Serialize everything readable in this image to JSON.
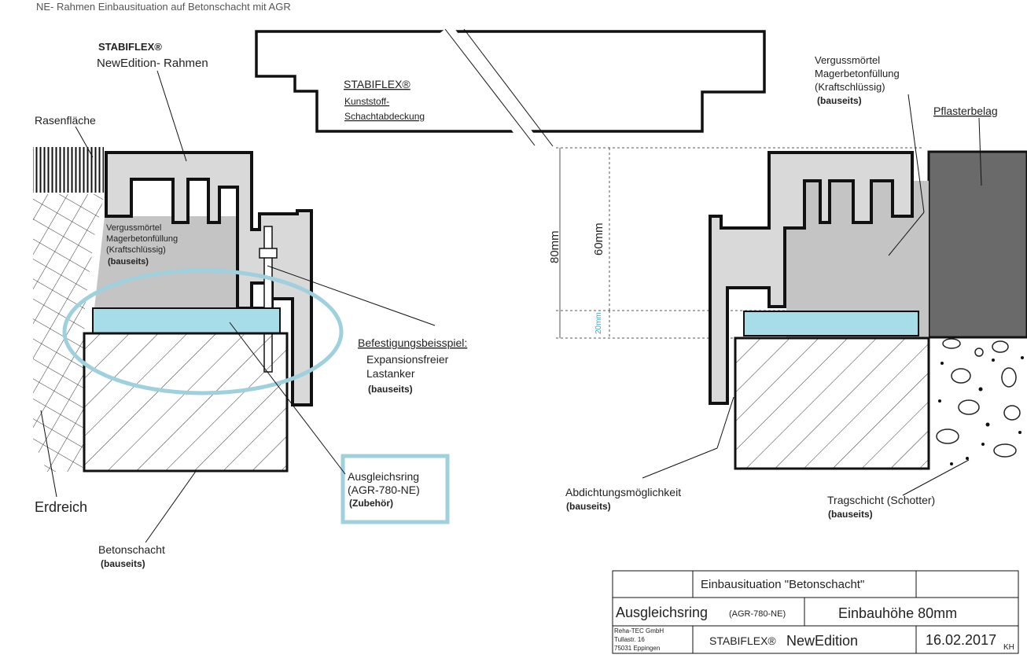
{
  "page_title": "NE- Rahmen Einbausituation auf Betonschacht mit AGR",
  "colors": {
    "ring_fill": "#a6dde8",
    "frame_fill": "#d9d9d9",
    "mortar_fill": "#c4c4c4",
    "paving_fill": "#6a6a6a",
    "highlight_stroke": "#9fd0dd",
    "line": "#111111"
  },
  "left": {
    "product": "STABIFLEX®",
    "product_sub": "NewEdition- Rahmen",
    "lawn": "Rasenfläche",
    "mortar_l1": "Vergussmörtel",
    "mortar_l2": "Magerbetonfüllung",
    "mortar_l3": "(Kraftschlüssig)",
    "mortar_l4": "(bauseits)",
    "fastening_title": "Befestigungsbeisspiel:",
    "fastening_l1": "Expansionsfreier",
    "fastening_l2": "Lastanker",
    "fastening_l3": "(bauseits)",
    "ring_l1": "Ausgleichsring",
    "ring_l2": "(AGR-780-NE)",
    "ring_l3": "(Zubehör)",
    "soil": "Erdreich",
    "shaft_l1": "Betonschacht",
    "shaft_l2": "(bauseits)"
  },
  "cover": {
    "title": "STABIFLEX®",
    "sub1": "Kunststoff-",
    "sub2": "Schachtabdeckung"
  },
  "right": {
    "mortar_l1": "Vergussmörtel",
    "mortar_l2": "Magerbetonfüllung",
    "mortar_l3": "(Kraftschlüssig)",
    "mortar_l4": "(bauseits)",
    "paving": "Pflasterbelag",
    "dim_total": "80mm",
    "dim_frame": "60mm",
    "dim_ring": "20mm",
    "seal_l1": "Abdichtungsmöglichkeit",
    "seal_l2": "(bauseits)",
    "base_l1": "Tragschicht (Schotter)",
    "base_l2": "(bauseits)"
  },
  "title_block": {
    "heading": "Einbausituation \"Betonschacht\"",
    "part": "Ausgleichsring",
    "part_code": "(AGR-780-NE)",
    "height": "Einbauhöhe 80mm",
    "company_l1": "Reha-TEC GmbH",
    "company_l2": "Tullastr. 16",
    "company_l3": "75031 Eppingen",
    "product": "STABIFLEX®",
    "product_edition": "NewEdition",
    "date": "16.02.2017",
    "initials": "KH"
  }
}
